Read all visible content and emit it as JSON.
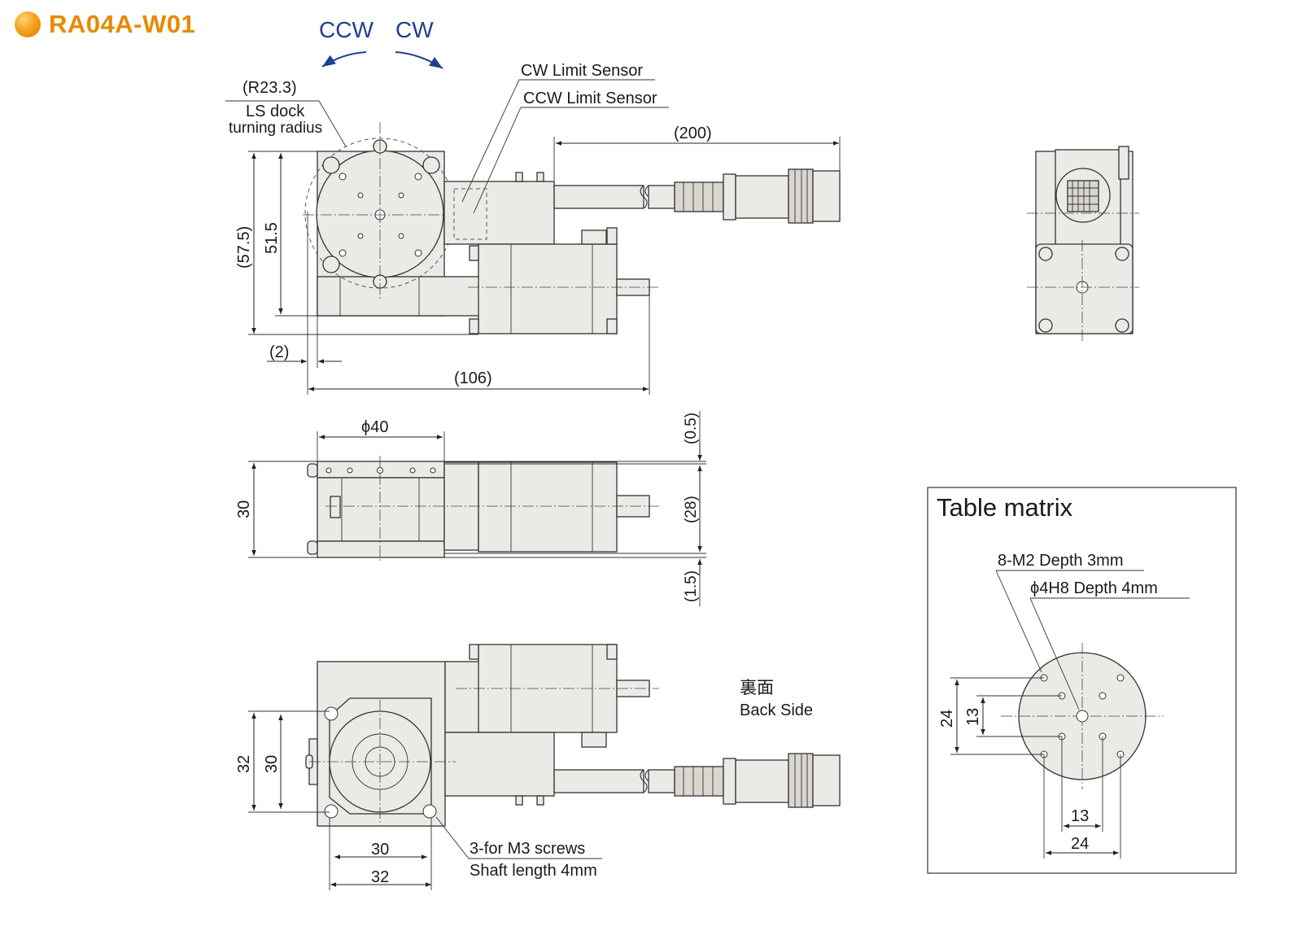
{
  "header": {
    "title": "RA04A-W01"
  },
  "rotation": {
    "ccw": "CCW",
    "cw": "CW"
  },
  "top_view": {
    "radius_label": "(R23.3)",
    "ls_dock_line1": "LS dock",
    "ls_dock_line2": "turning radius",
    "cw_sensor": "CW Limit Sensor",
    "ccw_sensor": "CCW Limit Sensor",
    "dim_cable": "(200)",
    "dim_height_outer": "(57.5)",
    "dim_height_inner": "51.5",
    "dim_offset": "(2)",
    "dim_length": "(106)"
  },
  "side_view": {
    "dim_table_dia": "ϕ40",
    "dim_height": "30",
    "dim_top": "(0.5)",
    "dim_mid": "(28)",
    "dim_bottom": "(1.5)"
  },
  "bottom_view": {
    "label_jp": "裏面",
    "label_en": "Back Side",
    "dim_v_outer": "32",
    "dim_v_inner": "30",
    "dim_h_inner": "30",
    "dim_h_outer": "32",
    "screw_line1": "3-for M3 screws",
    "screw_line2": "Shaft length 4mm"
  },
  "table_matrix": {
    "title": "Table matrix",
    "tap_note": "8-M2 Depth 3mm",
    "pin_note": "ϕ4H8 Depth 4mm",
    "dim_v_outer": "24",
    "dim_v_inner": "13",
    "dim_h_inner": "13",
    "dim_h_outer": "24"
  },
  "icons": {
    "bullet": "orange-ball-icon"
  }
}
